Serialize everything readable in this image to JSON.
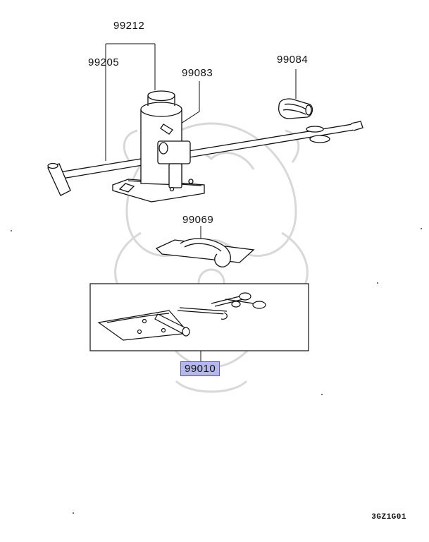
{
  "parts": [
    {
      "id": "p99212",
      "label": "99212",
      "highlighted": false
    },
    {
      "id": "p99205",
      "label": "99205",
      "highlighted": false
    },
    {
      "id": "p99083",
      "label": "99083",
      "highlighted": false
    },
    {
      "id": "p99084",
      "label": "99084",
      "highlighted": false
    },
    {
      "id": "p99069",
      "label": "99069",
      "highlighted": false
    },
    {
      "id": "p99010",
      "label": "99010",
      "highlighted": true
    }
  ],
  "diagram_code": "3GZ1G01",
  "colors": {
    "line": "#111111",
    "highlight_fill": "#b6b8ec",
    "highlight_border": "#5a5fb0",
    "watermark": "#d6d6d6"
  }
}
